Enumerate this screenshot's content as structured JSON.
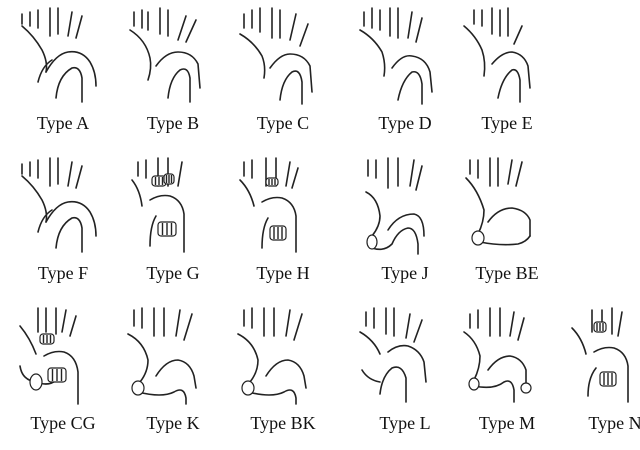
{
  "rows": [
    [
      {
        "label": "Type A",
        "shape": "a"
      },
      {
        "label": "Type B",
        "shape": "b"
      },
      {
        "label": "Type C",
        "shape": "c"
      },
      {
        "label": "Type D",
        "shape": "d"
      },
      {
        "label": "Type E",
        "shape": "e"
      }
    ],
    [
      {
        "label": "Type F",
        "shape": "a"
      },
      {
        "label": "Type G",
        "shape": "g"
      },
      {
        "label": "Type H",
        "shape": "h"
      },
      {
        "label": "Type J",
        "shape": "j"
      },
      {
        "label": "Type BE",
        "shape": "be"
      }
    ],
    [
      {
        "label": "Type CG",
        "shape": "cg"
      },
      {
        "label": "Type K",
        "shape": "k"
      },
      {
        "label": "Type BK",
        "shape": "k"
      },
      {
        "label": "Type L",
        "shape": "l"
      },
      {
        "label": "Type M",
        "shape": "m"
      },
      {
        "label": "Type N",
        "shape": "n"
      }
    ]
  ]
}
